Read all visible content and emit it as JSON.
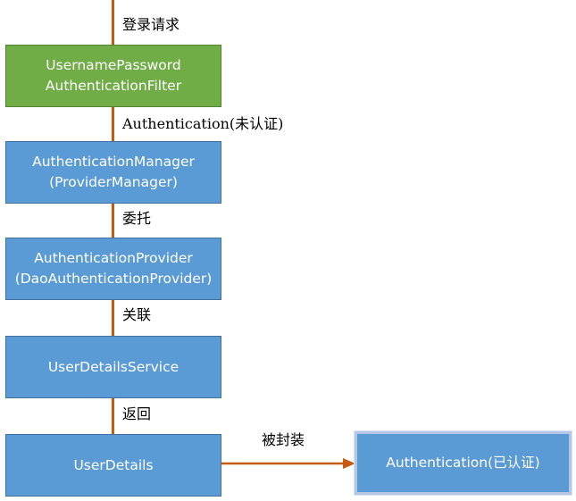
{
  "labels": {
    "login_request": "登录请求",
    "auth_unauth": "Authentication(未认证)",
    "delegate": "委托",
    "associate": "关联",
    "return": "返回",
    "wrapped": "被封装"
  },
  "boxes": {
    "filter": {
      "line1": "UsernamePassword",
      "line2": "AuthenticationFilter"
    },
    "manager": {
      "line1": "AuthenticationManager",
      "line2": "(ProviderManager)"
    },
    "provider": {
      "line1": "AuthenticationProvider",
      "line2": "(DaoAuthenticationProvider)"
    },
    "service": {
      "line1": "UserDetailsService"
    },
    "details": {
      "line1": "UserDetails"
    },
    "authenticated": {
      "line1": "Authentication(已认证)"
    }
  },
  "colors": {
    "filter_fill": "#70ad47",
    "box_fill": "#5b9bd5",
    "connector": "#c55a11"
  }
}
